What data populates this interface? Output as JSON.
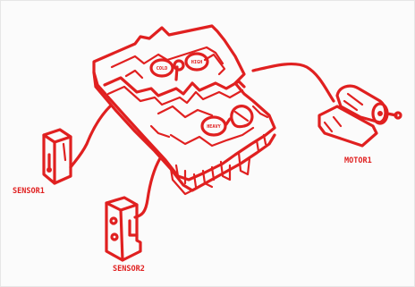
{
  "labels": {
    "sensor1": "SENSOR1",
    "sensor2": "SENSOR2",
    "motor1": "MOTOR1",
    "brick_top_left": "COLD",
    "brick_top_right": "HIGH",
    "brick_bottom": "HEAVY"
  },
  "colors": {
    "ink": "#e02020",
    "background": "#fbfbfb"
  }
}
